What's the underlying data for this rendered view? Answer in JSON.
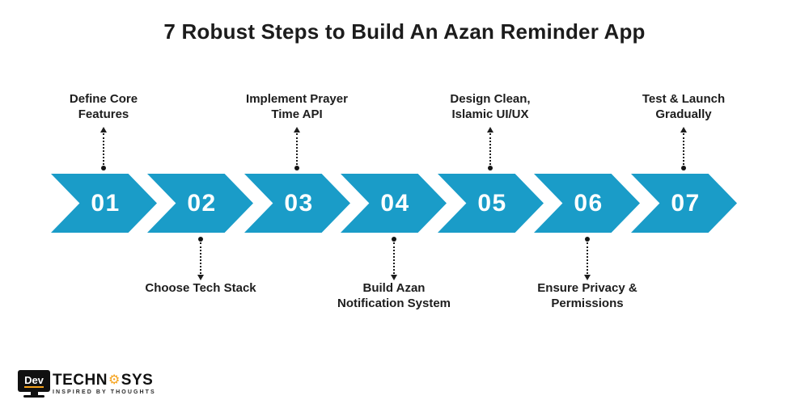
{
  "title": "7 Robust Steps to Build An Azan Reminder App",
  "steps": [
    {
      "number": "01",
      "label": "Define Core\nFeatures",
      "label_position": "above"
    },
    {
      "number": "02",
      "label": "Choose Tech Stack",
      "label_position": "below"
    },
    {
      "number": "03",
      "label": "Implement Prayer\nTime API",
      "label_position": "above"
    },
    {
      "number": "04",
      "label": "Build Azan\nNotification System",
      "label_position": "below"
    },
    {
      "number": "05",
      "label": "Design Clean,\nIslamic UI/UX",
      "label_position": "above"
    },
    {
      "number": "06",
      "label": "Ensure Privacy &\nPermissions",
      "label_position": "below"
    },
    {
      "number": "07",
      "label": "Test & Launch\nGradually",
      "label_position": "above"
    }
  ],
  "logo": {
    "monitor_text": "Dev",
    "name_left": "TECHN",
    "gear_glyph": "⚙",
    "name_right": "SYS",
    "tagline": "INSPIRED BY THOUGHTS"
  },
  "colors": {
    "arrow_blue": "#1A9CC8",
    "text_dark": "#1D1D1D",
    "number_white": "#FFFFFF",
    "logo_orange": "#F5A21B",
    "logo_black": "#101010",
    "background": "#FFFFFF"
  }
}
